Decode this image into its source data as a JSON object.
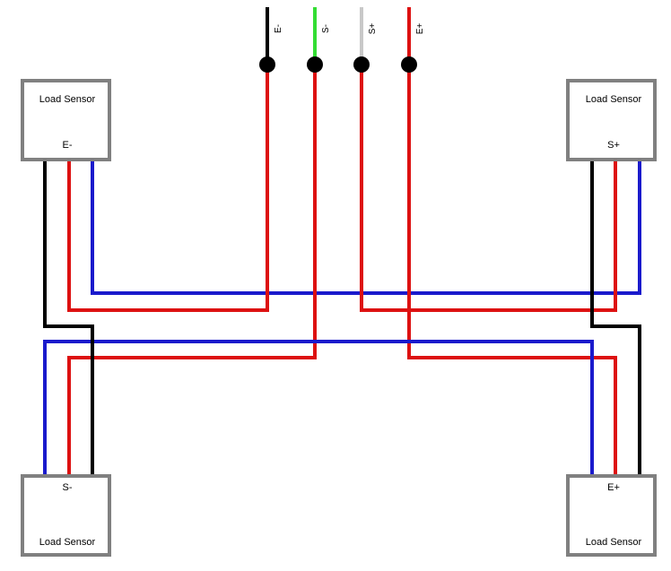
{
  "colors": {
    "black": "#000000",
    "red": "#dd1111",
    "blue": "#1a1acc",
    "green": "#33dd33",
    "gray": "#c8c8c8",
    "box_border": "#808080"
  },
  "leads": [
    {
      "label": "E-",
      "color": "black"
    },
    {
      "label": "S-",
      "color": "green"
    },
    {
      "label": "S+",
      "color": "gray"
    },
    {
      "label": "E+",
      "color": "red"
    }
  ],
  "sensors": {
    "top_left": {
      "title": "Load Sensor",
      "terminal": "E-"
    },
    "top_right": {
      "title": "Load Sensor",
      "terminal": "S+"
    },
    "bottom_left": {
      "title": "Load Sensor",
      "terminal": "S-"
    },
    "bottom_right": {
      "title": "Load Sensor",
      "terminal": "E+"
    }
  }
}
